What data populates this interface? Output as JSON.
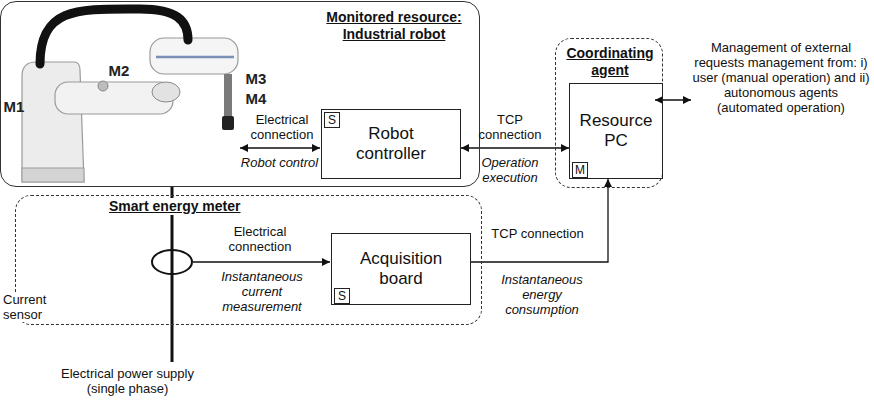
{
  "diagram": {
    "nodes": [
      {
        "text": [
          "Monitored resource: Industrial robot"
        ]
      },
      {
        "text": [
          "Robot controller"
        ],
        "in": 0
      },
      {
        "text": [
          "S"
        ],
        "in": 1
      },
      {
        "text": [
          "Coordinating agent"
        ]
      },
      {
        "text": [
          "Resource PC"
        ],
        "in": 3
      },
      {
        "text": [
          "M"
        ],
        "in": 4
      },
      {
        "text": [
          "Smart energy meter"
        ]
      },
      {
        "text": [
          "Acquisition board"
        ],
        "in": 6
      },
      {
        "text": [
          "S"
        ],
        "in": 7
      }
    ],
    "edges": [
      {
        "from": 1,
        "to": 4,
        "arrow": "both",
        "label": "TCP connection"
      },
      {
        "from": 7,
        "to": 4,
        "arrow": "to",
        "label": "TCP connection"
      }
    ],
    "labels": [
      "M1",
      "M2",
      "M3",
      "M4",
      "Electrical connection",
      "Robot control",
      "Operation execution",
      "Electrical connection",
      "Instantaneous current measurement",
      "Instantaneous energy consumption",
      "Current sensor",
      "Electrical power supply (single phase)",
      "Management of external requests management from: i) user (manual operation) and ii) autonomous agents (automated operation)"
    ]
  }
}
